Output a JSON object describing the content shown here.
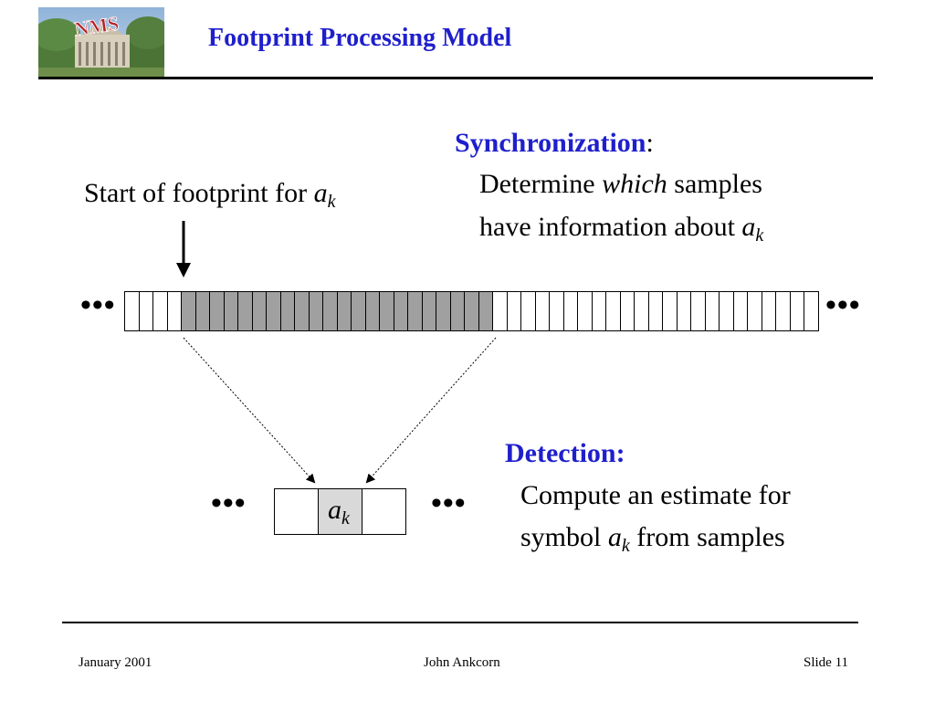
{
  "header": {
    "logo_text": "NMS",
    "title": "Footprint Processing Model"
  },
  "synchronization": {
    "heading": "Synchronization",
    "colon": ":",
    "line1_pre": "Determine ",
    "line1_em": "which",
    "line1_post": " samples",
    "line2_pre": "have information about ",
    "line2_var": "a",
    "line2_sub": "k"
  },
  "footprint_label": {
    "text": "Start of footprint for ",
    "var": "a",
    "sub": "k"
  },
  "ellipsis": "•••",
  "samples": {
    "total": 49,
    "shaded_start": 4,
    "shaded_count": 22
  },
  "symbols": {
    "center_var": "a",
    "center_sub": "k"
  },
  "detection": {
    "heading": "Detection:",
    "line1": "Compute an estimate for",
    "line2_pre": "symbol ",
    "line2_var": "a",
    "line2_sub": "k",
    "line2_post": " from samples"
  },
  "footer": {
    "date": "January 2001",
    "author": "John Ankcorn",
    "slide": "Slide 11"
  },
  "colors": {
    "title": "#1f1fcc",
    "shaded_sample": "#a0a0a0",
    "symbol_fill": "#d9d9d9"
  }
}
